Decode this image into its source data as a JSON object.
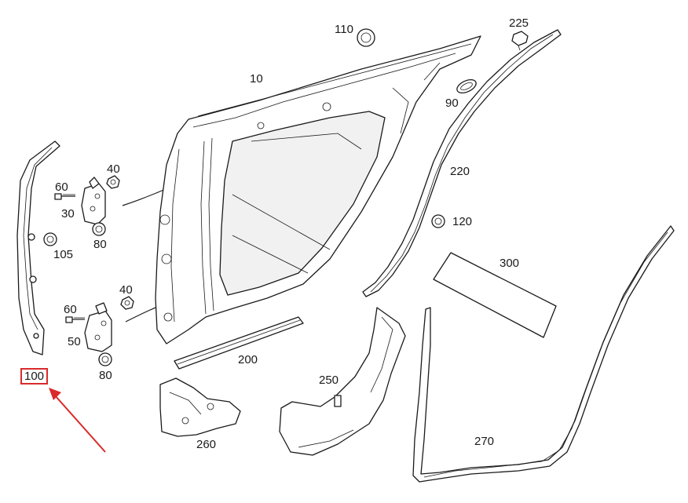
{
  "callouts": {
    "c10": "10",
    "c110": "110",
    "c225": "225",
    "c90": "90",
    "c40a": "40",
    "c40b": "40",
    "c60a": "60",
    "c60b": "60",
    "c30": "30",
    "c80a": "80",
    "c80b": "80",
    "c105": "105",
    "c50": "50",
    "c100": "100",
    "c120": "120",
    "c220": "220",
    "c300": "300",
    "c200": "200",
    "c250": "250",
    "c260": "260",
    "c270": "270"
  },
  "colors": {
    "line": "#1a1a1a",
    "highlight": "#d92b2b",
    "background": "#ffffff"
  }
}
